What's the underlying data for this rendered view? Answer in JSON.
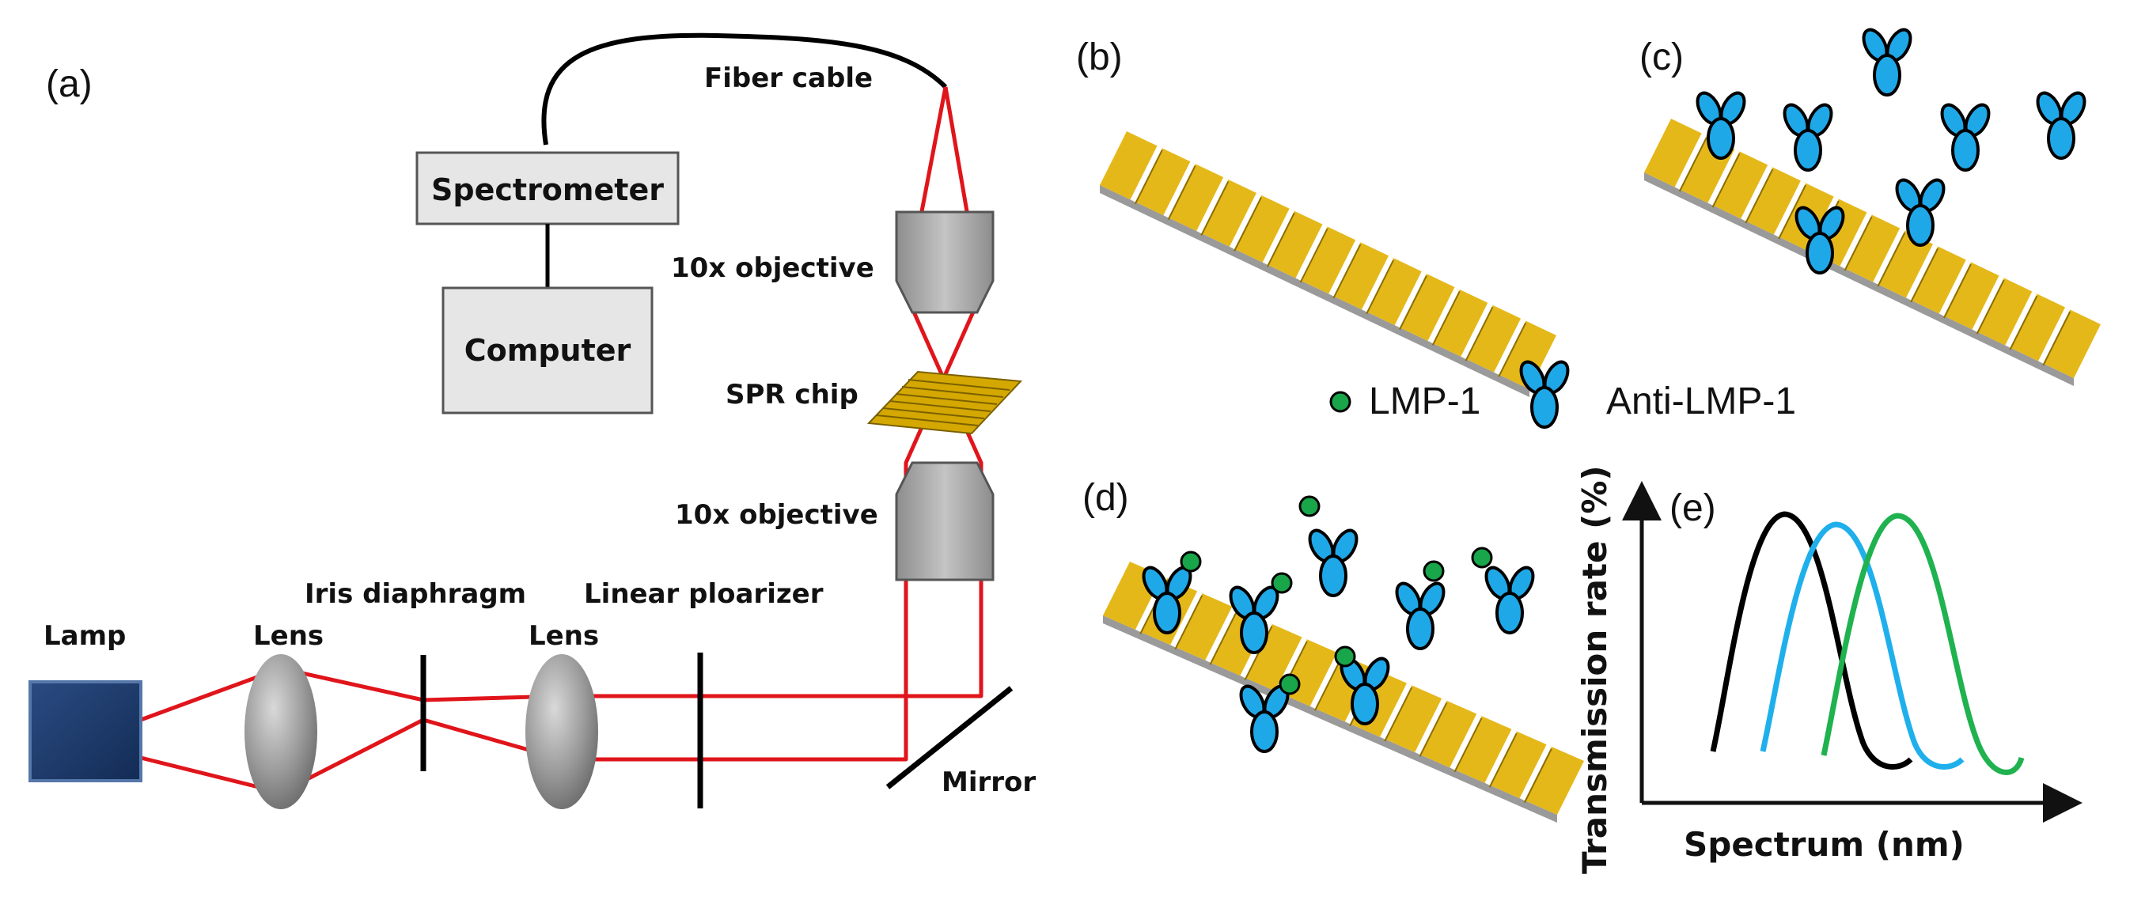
{
  "panels": {
    "a": "(a)",
    "b": "(b)",
    "c": "(c)",
    "d": "(d)",
    "e": "(e)"
  },
  "setup": {
    "fiber_cable": "Fiber cable",
    "spectrometer": "Spectrometer",
    "computer": "Computer",
    "objective_top": "10x objective",
    "spr_chip": "SPR chip",
    "objective_bottom": "10x objective",
    "iris": "Iris diaphragm",
    "polarizer": "Linear ploarizer",
    "lamp": "Lamp",
    "lens_1": "Lens",
    "lens_2": "Lens",
    "mirror": "Mirror"
  },
  "legend": {
    "antigen": "LMP-1",
    "antibody": "Anti-LMP-1"
  },
  "spectrum": {
    "ylabel": "Transmission rate (%)",
    "xlabel": "Spectrum (nm)"
  },
  "colors": {
    "beam": "#e0151b",
    "gold": "#e5b81a",
    "antibody": "#1fa8e8",
    "antigen": "#19a54a",
    "lamp": "#1b3a6b",
    "curve_1": "#000000",
    "curve_2": "#1fb0ec",
    "curve_3": "#1fb24f"
  }
}
